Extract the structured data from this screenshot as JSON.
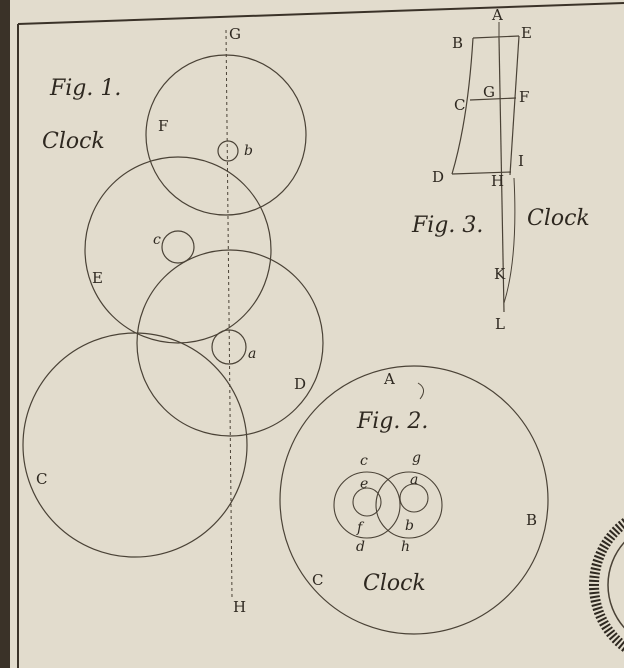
{
  "colors": {
    "paper": "#e2dccd",
    "ink": "#4a4236",
    "border": "#3a3228"
  },
  "fig1": {
    "caption": "Fig. 1.",
    "subject": "Clock",
    "labels": {
      "G": "G",
      "H": "H",
      "F": "F",
      "E": "E",
      "C": "C",
      "D": "D",
      "a": "a",
      "b": "b",
      "c": "c"
    }
  },
  "fig2": {
    "caption": "Fig. 2.",
    "subject": "Clock",
    "labels": {
      "A": "A",
      "B": "B",
      "C": "C",
      "a": "a",
      "b": "b",
      "c": "c",
      "d": "d",
      "e": "e",
      "f": "f",
      "g": "g",
      "h": "h"
    }
  },
  "fig3": {
    "caption": "Fig. 3.",
    "subject": "Clock",
    "labels": {
      "A": "A",
      "B": "B",
      "E": "E",
      "C": "C",
      "G": "G",
      "F": "F",
      "D": "D",
      "H": "H",
      "I": "I",
      "K": "K",
      "L": "L"
    }
  }
}
